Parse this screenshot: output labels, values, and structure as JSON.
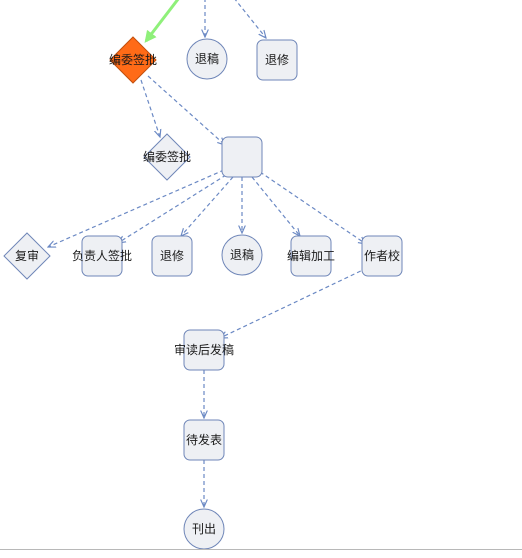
{
  "colors": {
    "node_fill": "#eef0f4",
    "node_stroke": "#6f86b8",
    "active_fill": "#ff6b17",
    "edge": "#6b89c4",
    "edge_highlight": "#8ff07a"
  },
  "nodes": [
    {
      "id": "n-bianwei-1",
      "shape": "diamond",
      "label": "编委签批",
      "active": true
    },
    {
      "id": "n-tuigao-1",
      "shape": "circle",
      "label": "退稿"
    },
    {
      "id": "n-tuixiu-1",
      "shape": "rect",
      "label": "退修"
    },
    {
      "id": "n-bianwei-2",
      "shape": "diamond",
      "label": "编委签批"
    },
    {
      "id": "n-hub",
      "shape": "rect",
      "label": ""
    },
    {
      "id": "n-fushen",
      "shape": "diamond",
      "label": "复审"
    },
    {
      "id": "n-fuzeren",
      "shape": "rect",
      "label": "负责人签批"
    },
    {
      "id": "n-tuixiu-2",
      "shape": "rect",
      "label": "退修"
    },
    {
      "id": "n-tuigao-2",
      "shape": "circle",
      "label": "退稿"
    },
    {
      "id": "n-bianji",
      "shape": "rect",
      "label": "编辑加工"
    },
    {
      "id": "n-zuozhe",
      "shape": "rect",
      "label": "作者校"
    },
    {
      "id": "n-shendu",
      "shape": "rect",
      "label": "审读后发稿"
    },
    {
      "id": "n-daifa",
      "shape": "rect",
      "label": "待发表"
    },
    {
      "id": "n-kanchu",
      "shape": "circle",
      "label": "刊出"
    }
  ],
  "edges": [
    {
      "from": "offscreen-a",
      "to": "n-bianwei-1",
      "highlight": true
    },
    {
      "from": "offscreen-b",
      "to": "n-tuigao-1"
    },
    {
      "from": "offscreen-c",
      "to": "n-tuixiu-1"
    },
    {
      "from": "n-bianwei-1",
      "to": "n-bianwei-2"
    },
    {
      "from": "n-bianwei-1",
      "to": "n-hub"
    },
    {
      "from": "n-hub",
      "to": "n-fushen"
    },
    {
      "from": "n-hub",
      "to": "n-fuzeren"
    },
    {
      "from": "n-hub",
      "to": "n-tuixiu-2"
    },
    {
      "from": "n-hub",
      "to": "n-tuigao-2"
    },
    {
      "from": "n-hub",
      "to": "n-bianji"
    },
    {
      "from": "n-hub",
      "to": "n-zuozhe"
    },
    {
      "from": "n-zuozhe",
      "to": "n-shendu"
    },
    {
      "from": "n-shendu",
      "to": "n-daifa"
    },
    {
      "from": "n-daifa",
      "to": "n-kanchu"
    }
  ]
}
